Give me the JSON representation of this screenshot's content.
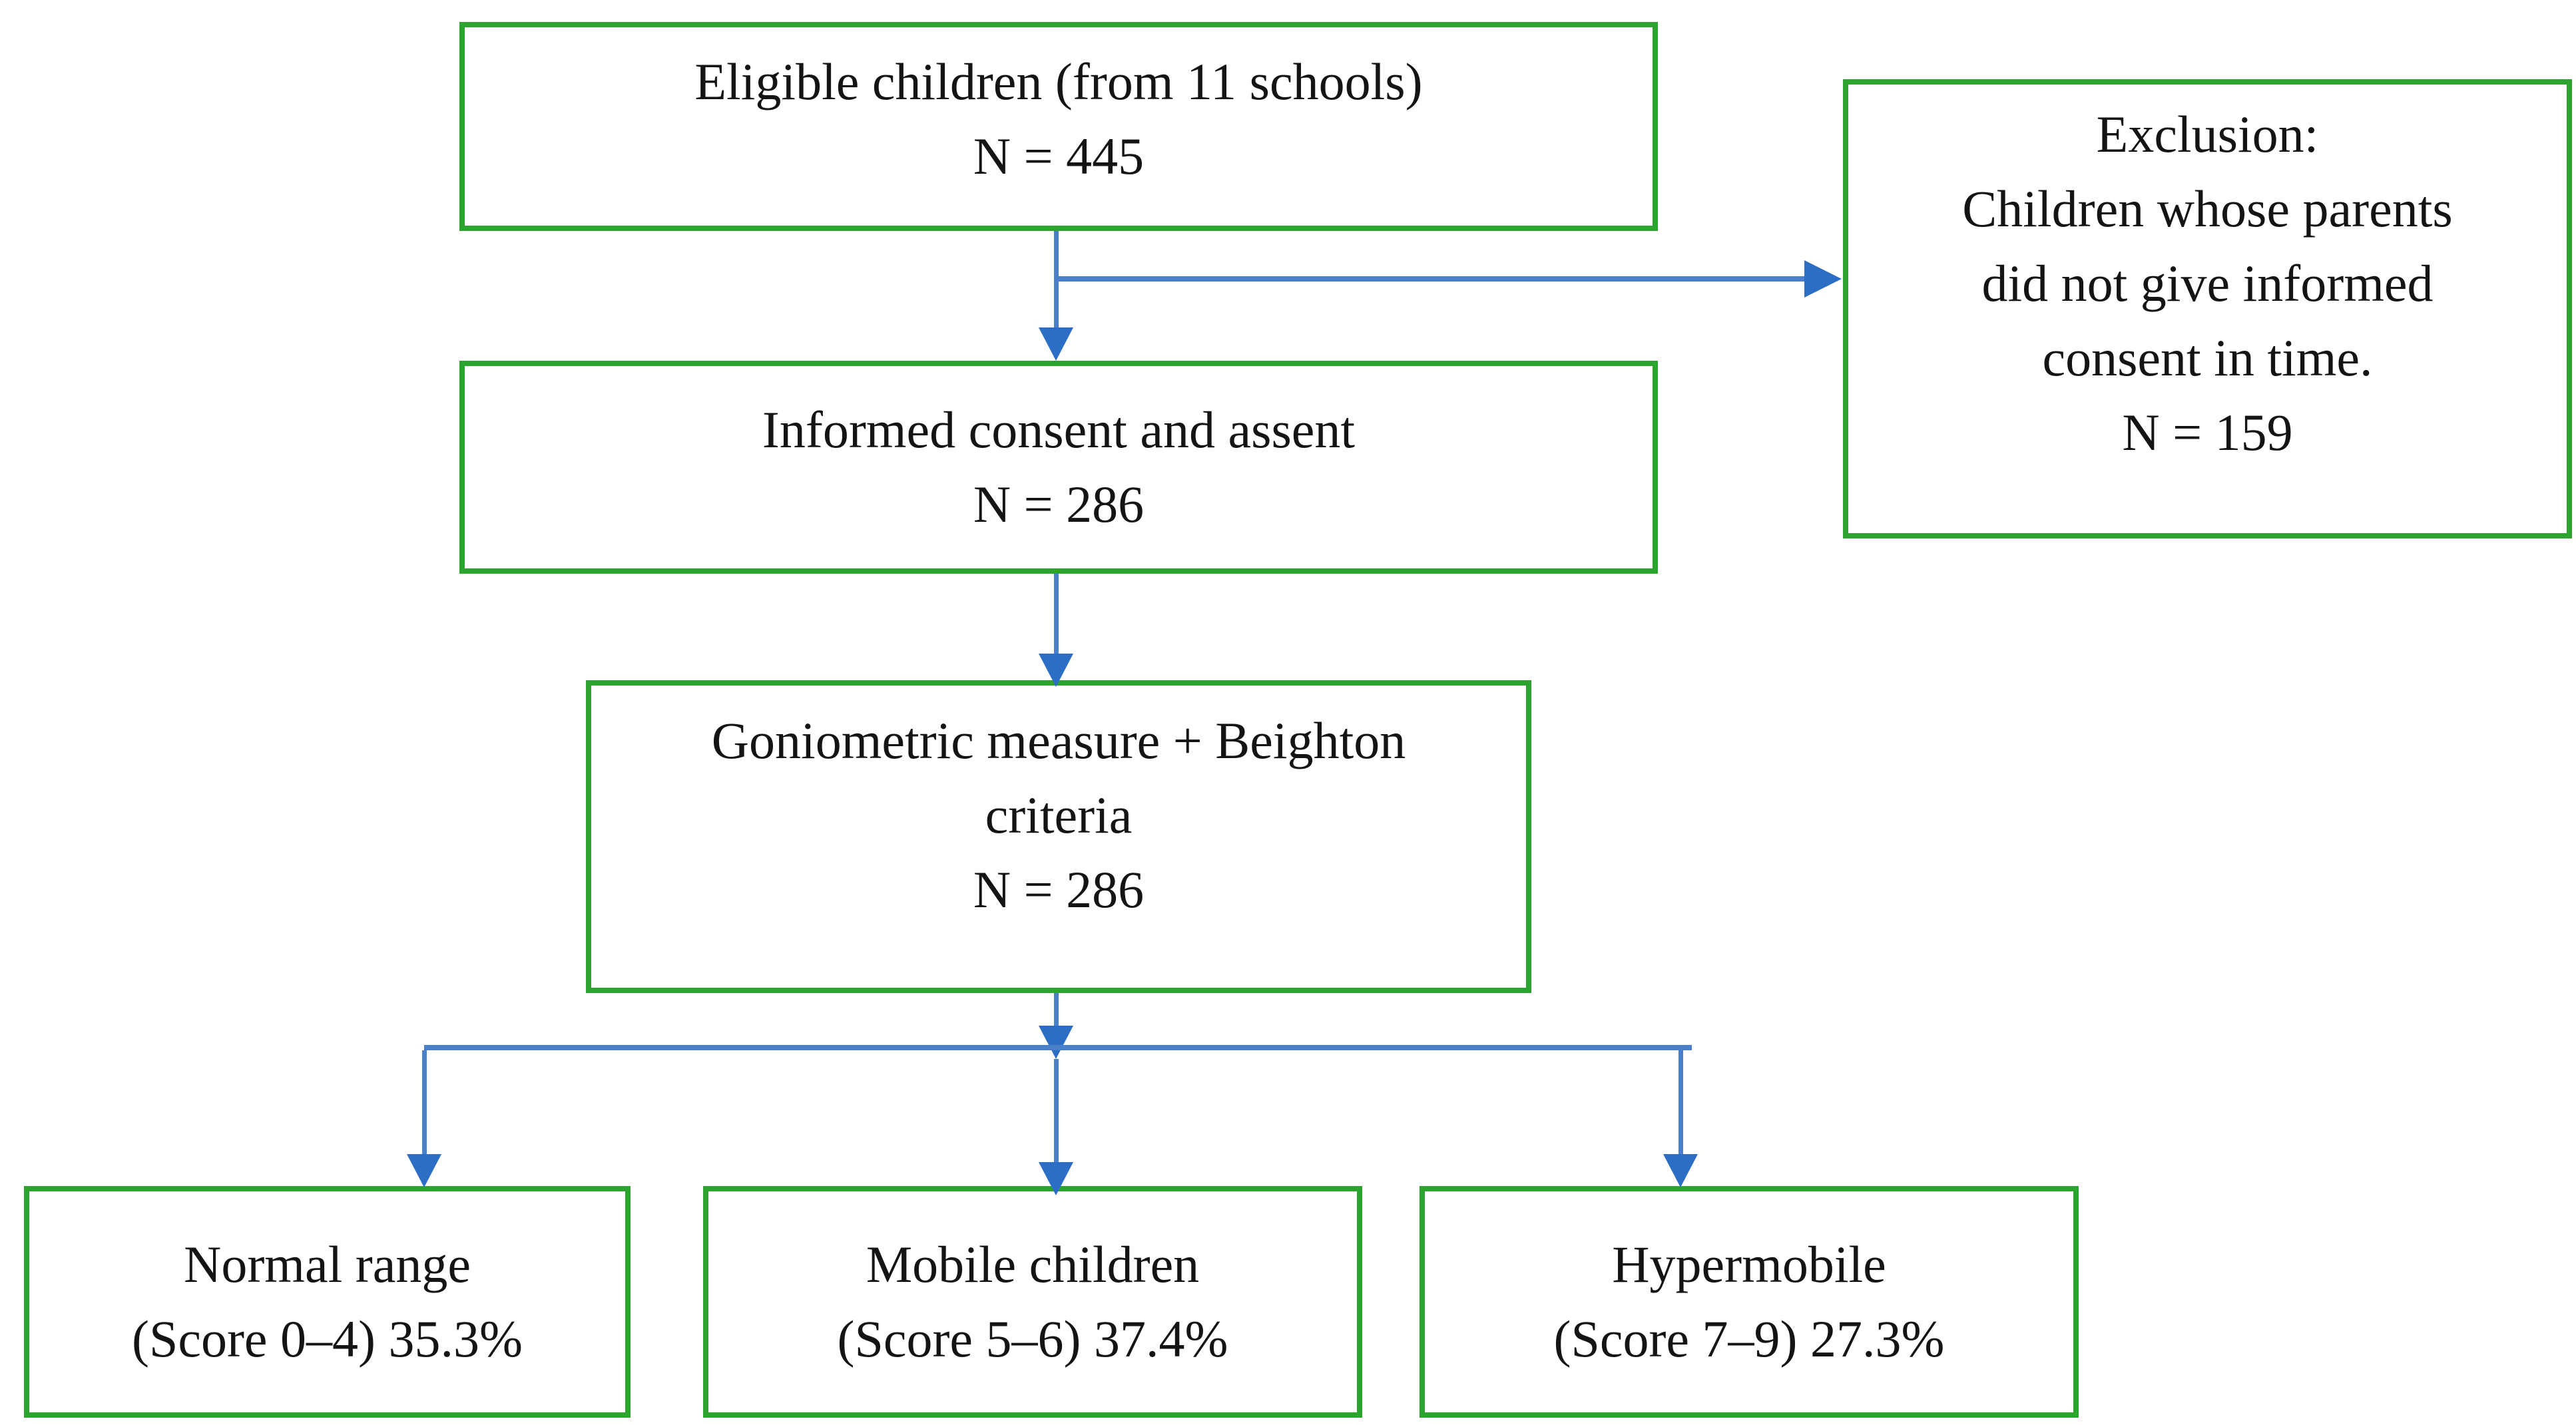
{
  "diagram": {
    "type": "flowchart",
    "colors": {
      "box_border_green": "#2CA42F",
      "connector_blue": "#4A80C9",
      "arrowhead_blue": "#2C6EC6",
      "text": "#141414"
    },
    "nodes": {
      "eligible": {
        "line1": "Eligible children (from 11 schools)",
        "line2": "N = 445"
      },
      "exclusion": {
        "line1": "Exclusion:",
        "line2": "Children whose parents",
        "line3": "did not give informed",
        "line4": "consent in time.",
        "line5": "N = 159"
      },
      "consent": {
        "line1": "Informed consent and assent",
        "line2": "N = 286"
      },
      "goniometric": {
        "line1": "Goniometric measure + Beighton",
        "line2": "criteria",
        "line3": "N = 286"
      },
      "normal": {
        "line1": "Normal range",
        "line2": "(Score 0–4) 35.3%"
      },
      "mobile": {
        "line1": "Mobile children",
        "line2": "(Score 5–6) 37.4%"
      },
      "hypermobile": {
        "line1": "Hypermobile",
        "line2": "(Score 7–9) 27.3%"
      }
    }
  }
}
